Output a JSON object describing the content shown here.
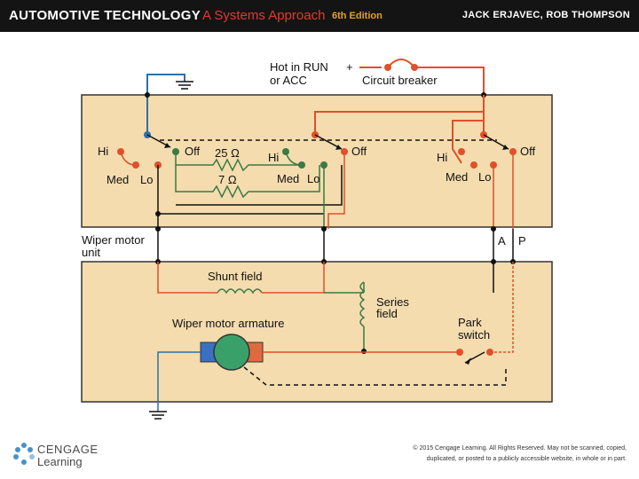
{
  "header": {
    "title": "AUTOMOTIVE TECHNOLOGY",
    "subtitle": "A Systems Approach",
    "edition": "6th Edition",
    "authors": "JACK ERJAVEC, ROB THOMPSON"
  },
  "diagram": {
    "hot_label_1": "Hot in RUN",
    "hot_label_2": "or ACC",
    "plus": "+",
    "circuit_breaker": "Circuit breaker",
    "switch1": {
      "hi": "Hi",
      "med": "Med",
      "lo": "Lo",
      "off": "Off"
    },
    "resistor_25": "25 Ω",
    "resistor_7": "7 Ω",
    "switch2": {
      "hi": "Hi",
      "med": "Med",
      "lo": "Lo",
      "off": "Off"
    },
    "switch3": {
      "hi": "Hi",
      "med": "Med",
      "lo": "Lo",
      "off": "Off"
    },
    "wiper_unit_1": "Wiper motor",
    "wiper_unit_2": "unit",
    "terminal_a": "A",
    "terminal_p": "P",
    "shunt_field": "Shunt field",
    "series_field_1": "Series",
    "series_field_2": "field",
    "armature": "Wiper motor armature",
    "park_switch_1": "Park",
    "park_switch_2": "switch",
    "colors": {
      "panel": "#f4dcae",
      "red_wire": "#e0502a",
      "blue_wire": "#2e6fa8",
      "green_wire": "#3a7a45",
      "black_wire": "#111111"
    }
  },
  "footer": {
    "logo_line1": "CENGAGE",
    "logo_line2": "Learning",
    "copyright_1": "© 2015 Cengage Learning. All Rights Reserved. May not be scanned, copied,",
    "copyright_2": "duplicated, or posted to a publicly accessible website, in whole or in part."
  }
}
